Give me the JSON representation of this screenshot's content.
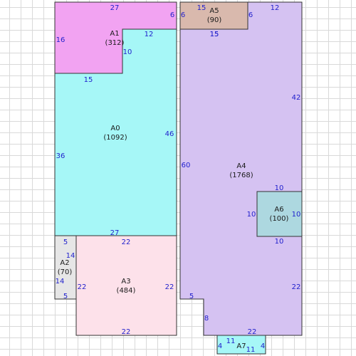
{
  "rooms": [
    {
      "id": "A0",
      "area": "(1092)",
      "color": "#a6f7f7",
      "dims": [
        "27",
        "46",
        "36",
        "15"
      ]
    },
    {
      "id": "A1",
      "area": "(312)",
      "color": "#f2a3f2",
      "dims": [
        "27",
        "6",
        "12",
        "10",
        "16"
      ]
    },
    {
      "id": "A2",
      "area": "(70)",
      "color": "#e6e6e6",
      "dims": [
        "5",
        "14",
        "14",
        "5"
      ]
    },
    {
      "id": "A3",
      "area": "(484)",
      "color": "#fde1ea",
      "dims": [
        "22",
        "22",
        "22",
        "22"
      ]
    },
    {
      "id": "A4",
      "area": "(1768)",
      "color": "#d5c2f2",
      "dims": [
        "12",
        "42",
        "60",
        "22",
        "22",
        "8",
        "5",
        "15",
        "6"
      ]
    },
    {
      "id": "A5",
      "area": "(90)",
      "color": "#d9b9ad",
      "dims": [
        "15",
        "6",
        "6",
        "15"
      ]
    },
    {
      "id": "A6",
      "area": "(100)",
      "color": "#add8e0",
      "dims": [
        "10",
        "10",
        "10",
        "10"
      ]
    },
    {
      "id": "A7",
      "area": "",
      "color": "#a6f7f7",
      "dims": [
        "11",
        "4",
        "4",
        "11"
      ]
    }
  ]
}
